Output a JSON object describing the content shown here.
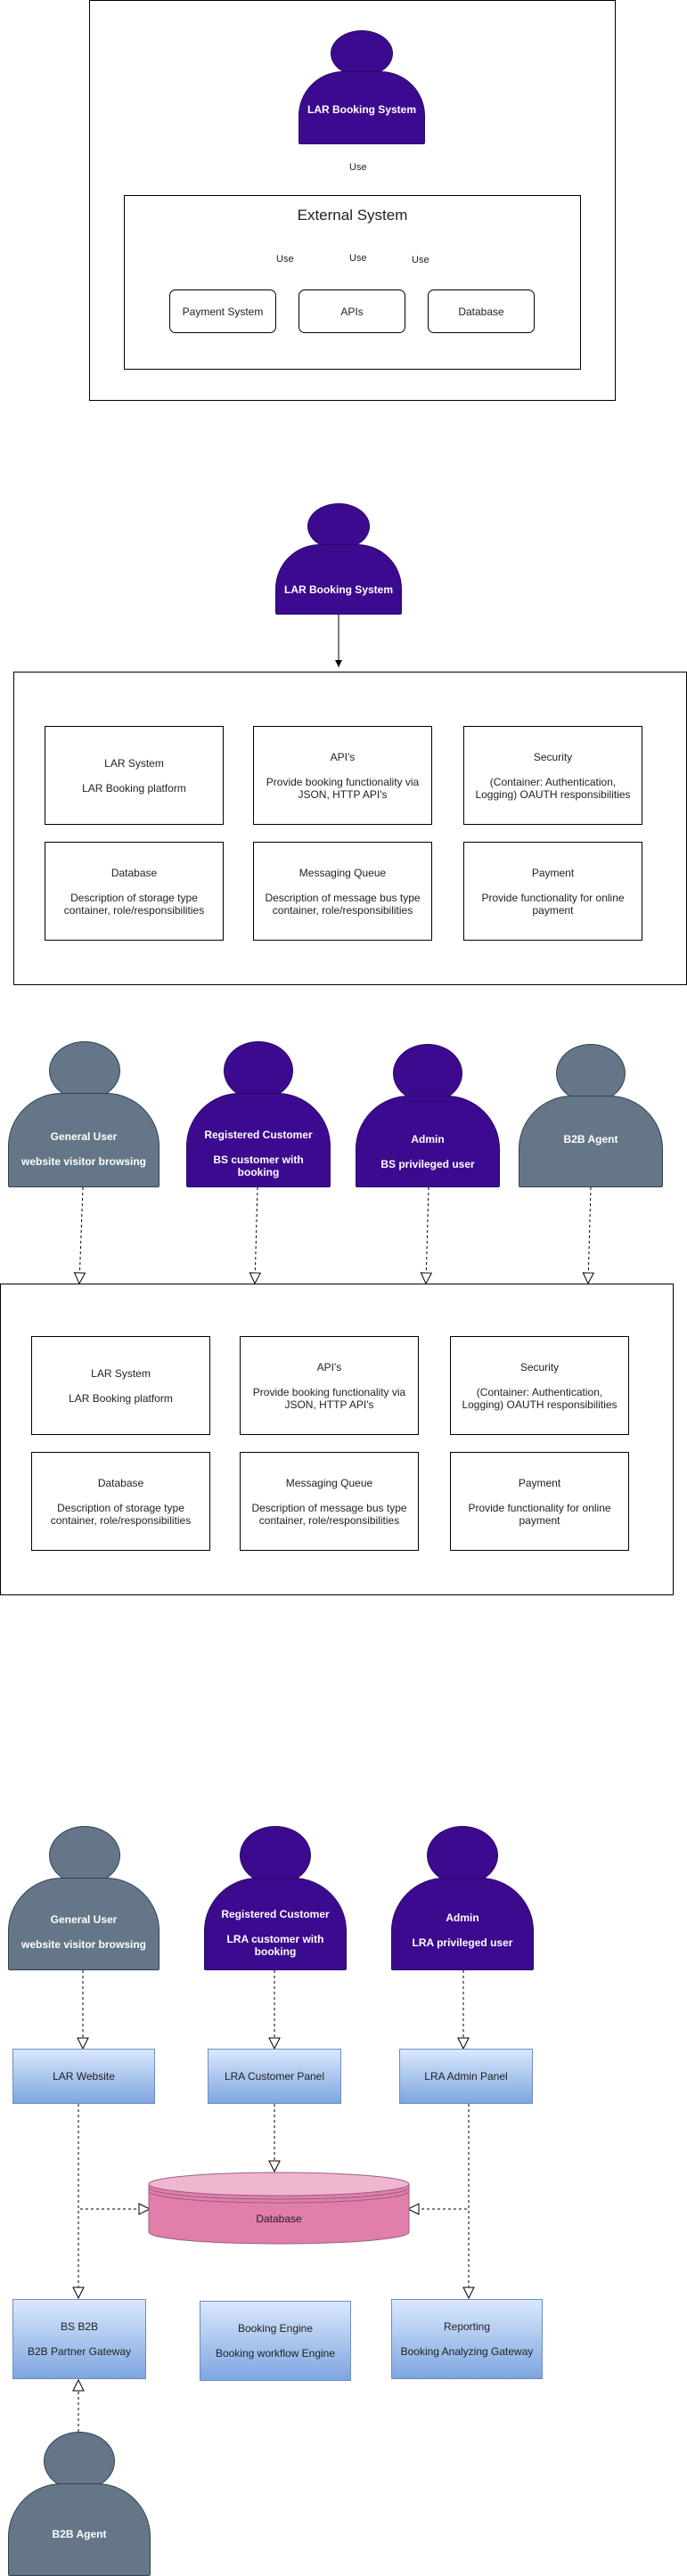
{
  "diagram1": {
    "actor": "LAR Booking System",
    "use_label": "Use",
    "external_system": "External System",
    "edge_labels": [
      "Use",
      "Use",
      "Use"
    ],
    "children": [
      "Payment System",
      "APIs",
      "Database"
    ]
  },
  "diagram2": {
    "actor": "LAR Booking System",
    "cards": [
      {
        "title": "LAR System",
        "desc": "LAR Booking platform"
      },
      {
        "title": "API's",
        "desc": "Provide booking functionality via JSON, HTTP API's"
      },
      {
        "title": "Security",
        "desc": "(Container: Authentication, Logging) OAUTH responsibilities"
      },
      {
        "title": "Database",
        "desc": "Description of storage type container, role/responsibilities"
      },
      {
        "title": "Messaging Queue",
        "desc": "Description of message bus type container, role/responsibilities"
      },
      {
        "title": "Payment",
        "desc": "Provide functionality for online payment"
      }
    ]
  },
  "diagram3": {
    "actors": [
      {
        "name": "General User",
        "desc": "website visitor browsing",
        "color": "#647687"
      },
      {
        "name": "Registered Customer",
        "desc": "BS customer with booking",
        "color": "#3c0a8f"
      },
      {
        "name": "Admin",
        "desc": "BS privileged user",
        "color": "#3c0a8f"
      },
      {
        "name": "B2B Agent",
        "desc": "",
        "color": "#647687"
      }
    ],
    "cards": [
      {
        "title": "LAR System",
        "desc": "LAR Booking platform"
      },
      {
        "title": "API's",
        "desc": "Provide booking functionality via JSON, HTTP API's"
      },
      {
        "title": "Security",
        "desc": "(Container: Authentication, Logging) OAUTH responsibilities"
      },
      {
        "title": "Database",
        "desc": "Description of storage type container, role/responsibilities"
      },
      {
        "title": "Messaging Queue",
        "desc": "Description of message bus type container, role/responsibilities"
      },
      {
        "title": "Payment",
        "desc": "Provide functionality for online payment"
      }
    ]
  },
  "diagram4": {
    "actors": [
      {
        "name": "General User",
        "desc": "website visitor browsing",
        "color": "#647687"
      },
      {
        "name": "Registered Customer",
        "desc": "LRA customer with booking",
        "color": "#3c0a8f"
      },
      {
        "name": "Admin",
        "desc": "LRA privileged user",
        "color": "#3c0a8f"
      }
    ],
    "panels": [
      "LAR Website",
      "LRA Customer Panel",
      "LRA Admin Panel"
    ],
    "database": "Database",
    "bottom": [
      {
        "title": "BS B2B",
        "desc": "B2B Partner Gateway"
      },
      {
        "title": "Booking Engine",
        "desc": "Booking workflow Engine"
      },
      {
        "title": "Reporting",
        "desc": "Booking Analyzing Gateway"
      }
    ],
    "b2b_actor": "B2B Agent"
  },
  "colors": {
    "purple": "#3c0a8f",
    "slate": "#647687",
    "blue_fill": "#dae8fc",
    "blue_stroke": "#6c8ebf",
    "db_fill": "#e6a0c4",
    "db_stroke": "#996185"
  }
}
